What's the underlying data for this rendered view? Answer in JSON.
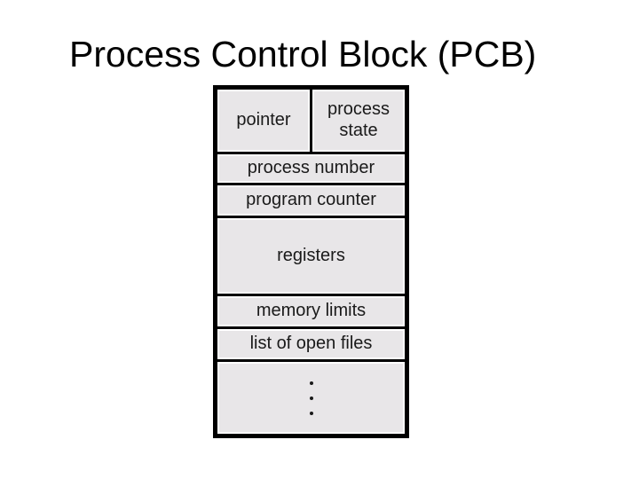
{
  "slide": {
    "title": "Process Control Block (PCB)",
    "background": "#ffffff"
  },
  "diagram": {
    "name": "process-control-block",
    "colors": {
      "cell_bg": "#e8e6e8",
      "line": "#000000",
      "text": "#1a1a1a",
      "halo": "#ffffff"
    },
    "cells": {
      "pointer": "pointer",
      "process_state": "process state",
      "process_number": "process number",
      "program_counter": "program counter",
      "registers": "registers",
      "memory_limits": "memory limits",
      "open_files": "list of open files"
    },
    "ellipsis": {
      "dot_count": 3
    }
  }
}
